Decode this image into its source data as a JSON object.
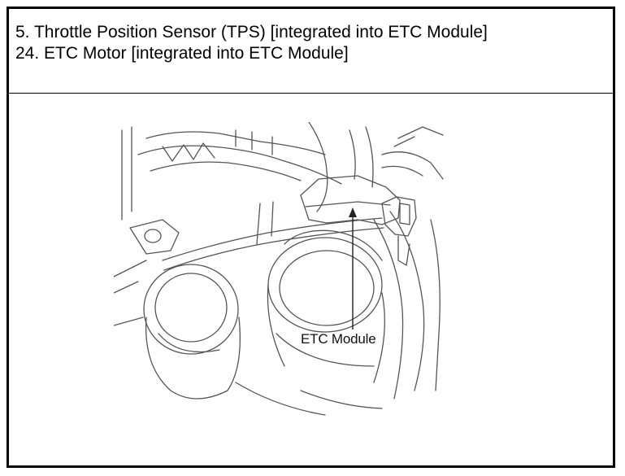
{
  "header": {
    "lines": [
      "5. Throttle Position Sensor (TPS) [integrated into ETC Module]",
      "24. ETC Motor [integrated into ETC Module]"
    ]
  },
  "diagram": {
    "callout_label": "ETC Module"
  },
  "colors": {
    "border": "#000000",
    "line_art": "#555555",
    "background": "#ffffff"
  }
}
